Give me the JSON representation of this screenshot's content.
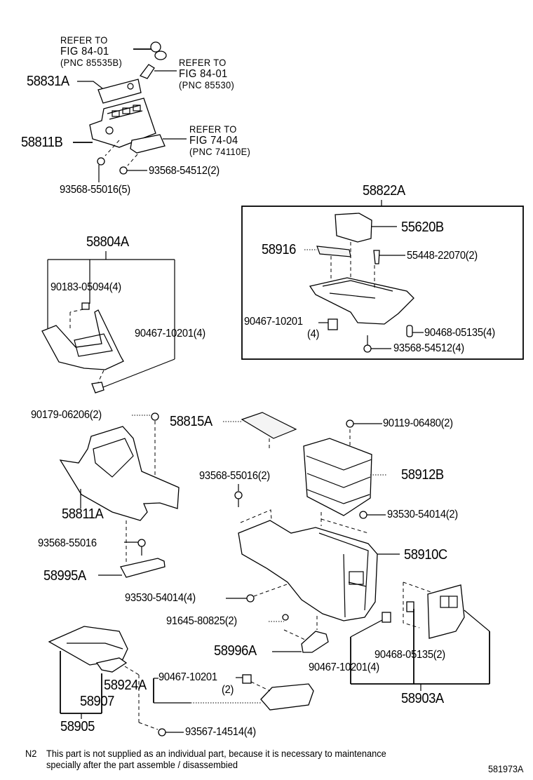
{
  "diagram": {
    "figure_code": "581973A",
    "note": {
      "code": "N2",
      "line1": "This part is not supplied as an individual part, because it is necessary to maintenance",
      "line2": "specially after the part assemble / disassembied"
    },
    "references": [
      {
        "line1": "REFER  TO",
        "line2": "FIG  84-01",
        "line3": "(PNC 85535B)"
      },
      {
        "line1": "REFER  TO",
        "line2": "FIG  84-01",
        "line3": "(PNC 85530)"
      },
      {
        "line1": "REFER  TO",
        "line2": "FIG  74-04",
        "line3": "(PNC 74110E)"
      }
    ],
    "parts": {
      "p58831A": "58831A",
      "p58811B": "58811B",
      "p93568_54512_2": "93568-54512(2)",
      "p93568_55016_5": "93568-55016(5)",
      "p58822A": "58822A",
      "p55620B": "55620B",
      "p58916": "58916",
      "p55448_22070_2": "55448-22070(2)",
      "p90467_10201_box": "90467-10201",
      "p90467_10201_box_qty": "(4)",
      "p90468_05135_4": "90468-05135(4)",
      "p93568_54512_4": "93568-54512(4)",
      "p58804A": "58804A",
      "p90183_05094_4": "90183-05094(4)",
      "p90467_10201_4a": "90467-10201(4)",
      "p90179_06206_2": "90179-06206(2)",
      "p58815A": "58815A",
      "p90119_06480_2": "90119-06480(2)",
      "p58811A": "58811A",
      "p93568_55016_2": "93568-55016(2)",
      "p58912B": "58912B",
      "p93530_54014_2": "93530-54014(2)",
      "p93568_55016": "93568-55016",
      "p58910C": "58910C",
      "p58995A": "58995A",
      "p93530_54014_4": "93530-54014(4)",
      "p91645_80825_2": "91645-80825(2)",
      "p58996A": "58996A",
      "p90468_05135_2": "90468-05135(2)",
      "p90467_10201_4b": "90467-10201(4)",
      "p58903A": "58903A",
      "p58924A": "58924A",
      "p58907": "58907",
      "p58905": "58905",
      "p90467_10201_2": "90467-10201",
      "p90467_10201_2_qty": "(2)",
      "p93567_14514_4": "93567-14514(4)"
    }
  }
}
